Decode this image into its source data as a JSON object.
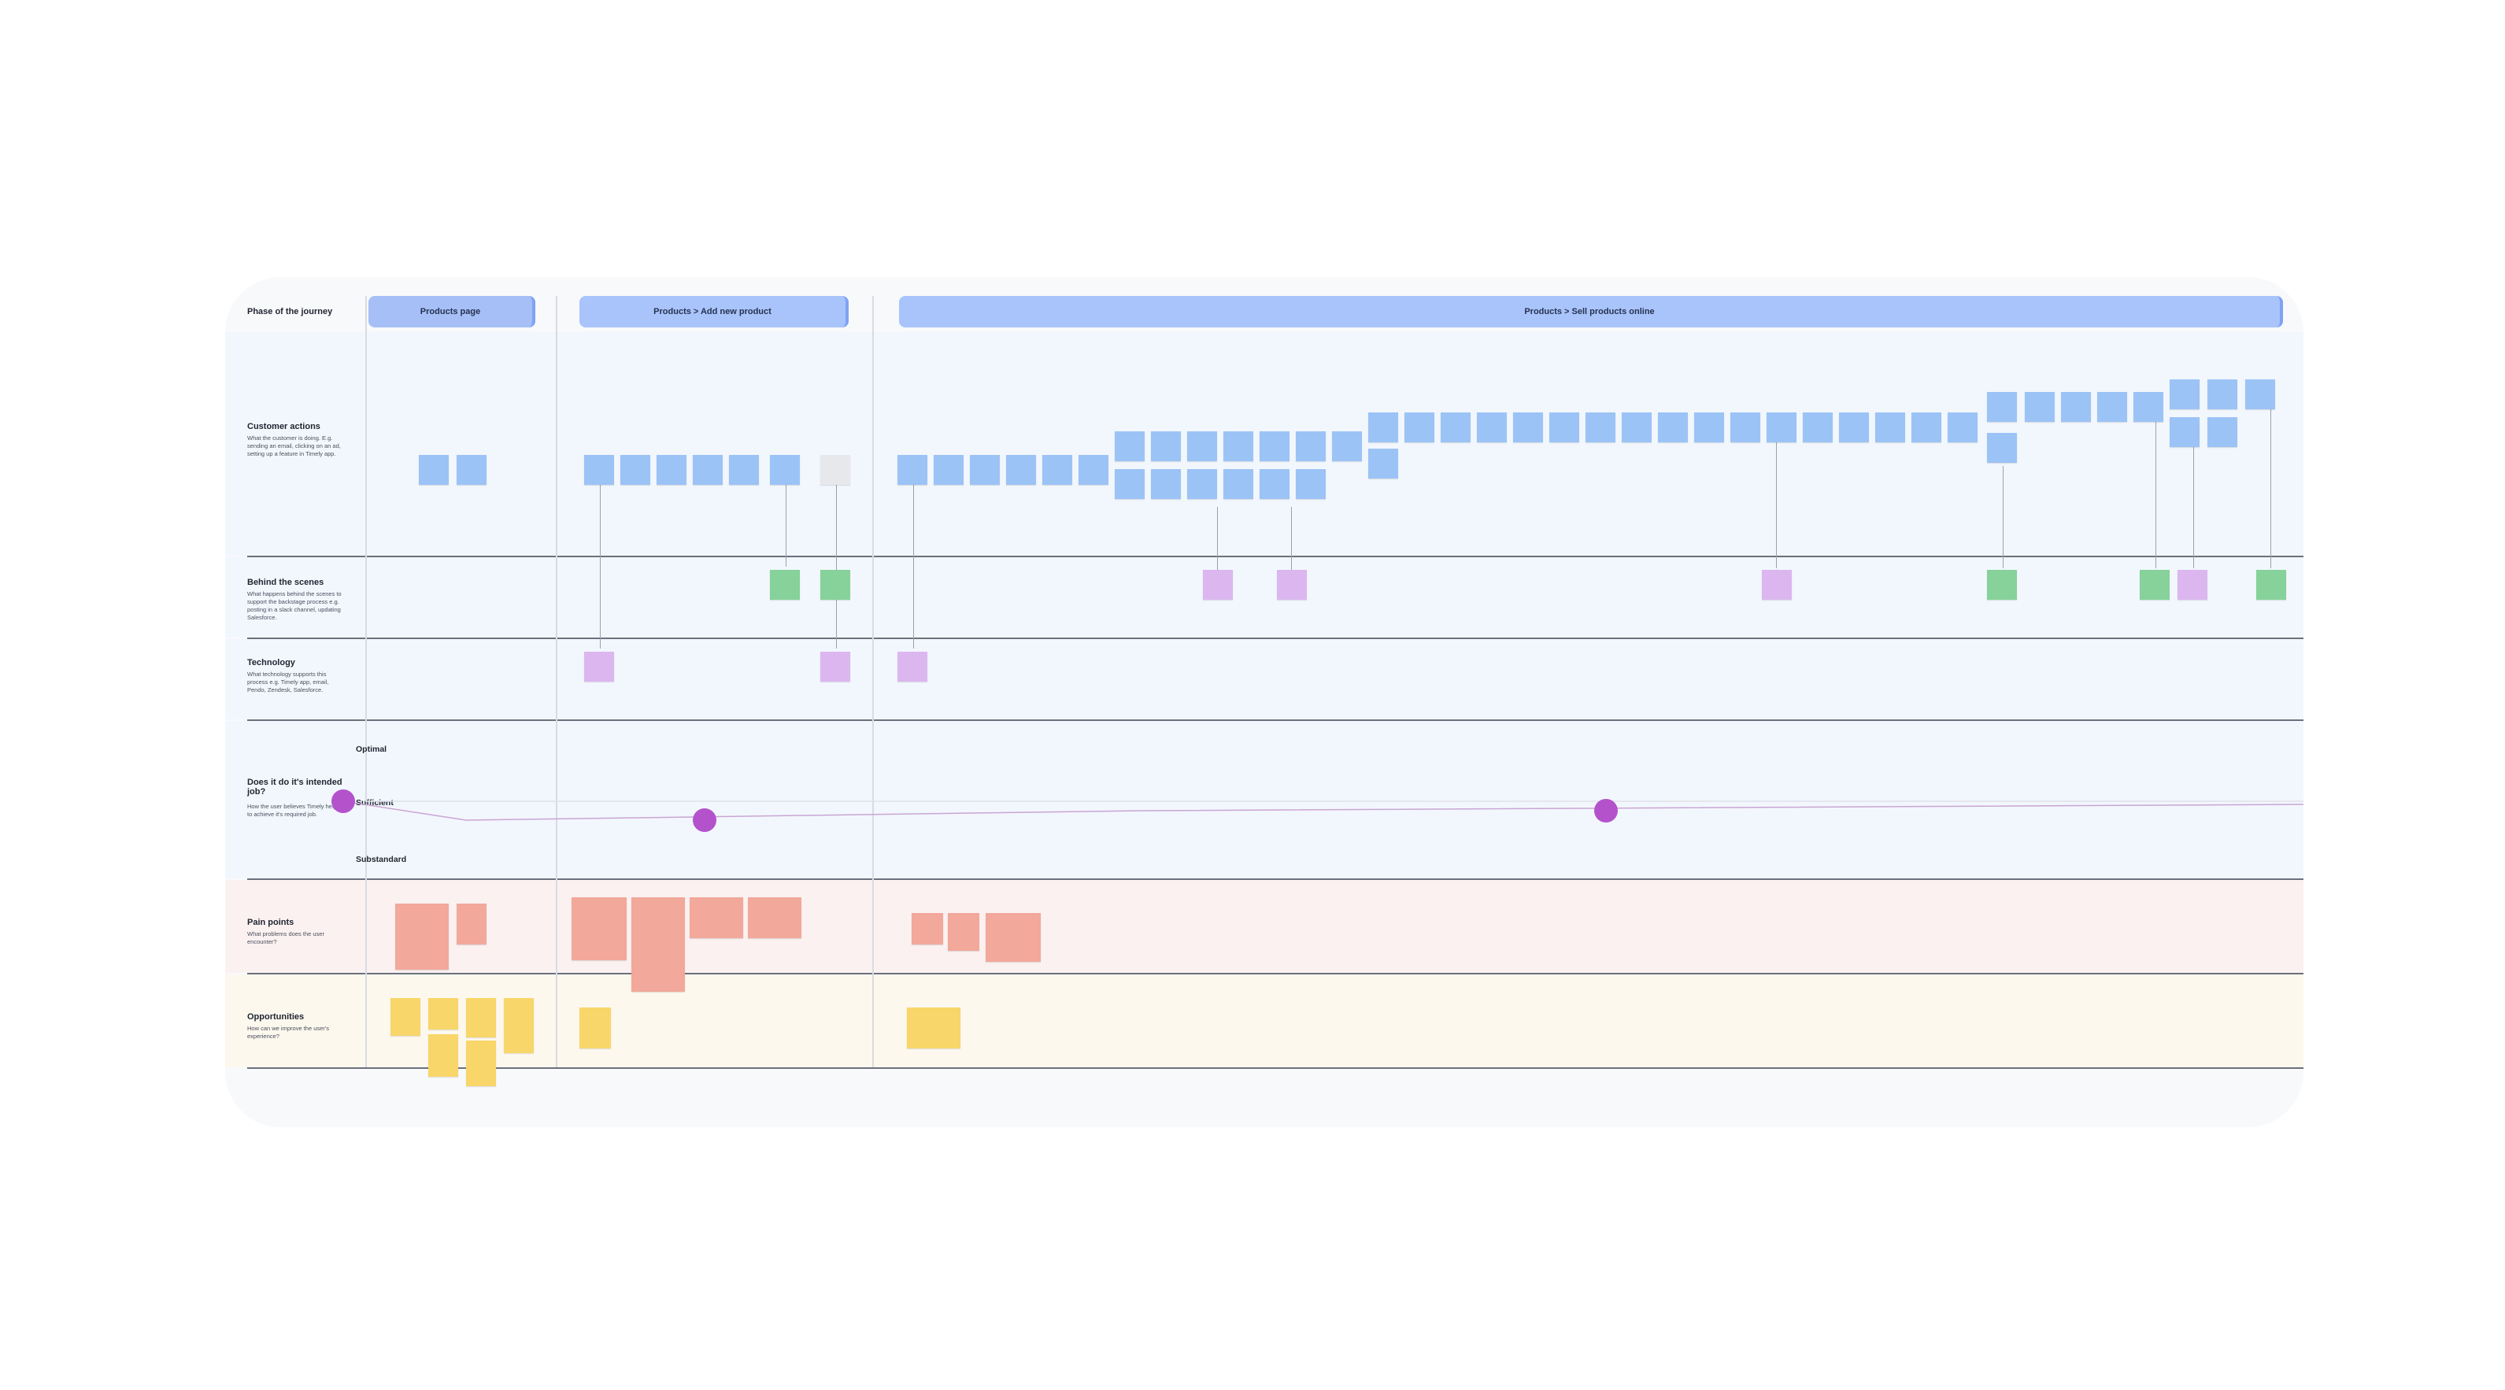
{
  "phase_label": "Phase of the journey",
  "phases": [
    "Products page",
    "Products > Add new product",
    "Products > Sell products online"
  ],
  "rows": {
    "customer_actions": {
      "title": "Customer actions",
      "desc": "What the customer is doing. E.g. sending an email, clicking on an ad, setting up a feature in Timely app."
    },
    "behind_scenes": {
      "title": "Behind the scenes",
      "desc": "What happens behind the scenes to support the backstage process e.g. posting in a slack channel, updating Salesforce."
    },
    "technology": {
      "title": "Technology",
      "desc": "What technology supports this process e.g. Timely app, email, Pendo, Zendesk, Salesforce."
    },
    "intended_job": {
      "title": "Does it do it's intended job?",
      "desc": "How the user believes Timely helps to achieve it's required job."
    },
    "pain_points": {
      "title": "Pain points",
      "desc": "What problems does the user encounter?"
    },
    "opportunities": {
      "title": "Opportunities",
      "desc": "How can we improve the user's experience?"
    }
  },
  "job_levels": {
    "optimal": "Optimal",
    "sufficient": "Sufficient",
    "substandard": "Substandard"
  },
  "colors": {
    "phase": "#a9c4fb",
    "action_note": "#9cc3f6",
    "behind_note": "#86d29a",
    "tech_note": "#dcb7ef",
    "pain_note": "#f2a89a",
    "opportunity_note": "#f8d66a",
    "job_dot": "#b452cc"
  }
}
